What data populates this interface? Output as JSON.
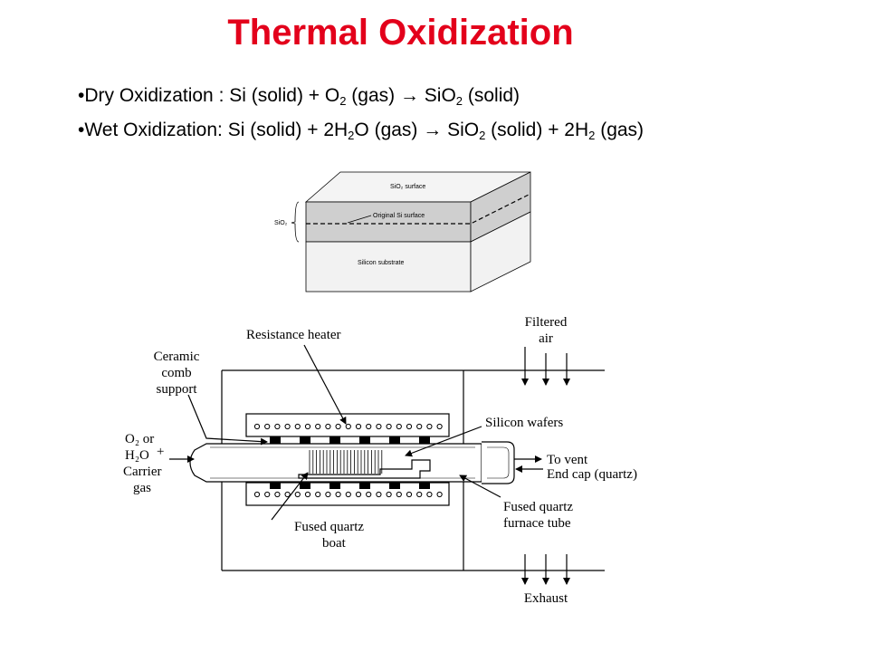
{
  "title": "Thermal Oxidization",
  "equations": {
    "dry": {
      "bullet": "•",
      "label": "Dry Oxidization : ",
      "p1": "Si (solid) + O",
      "s1": "2",
      "p2": " (gas) ",
      "arrow": "→",
      "p3": " SiO",
      "s2": "2",
      "p4": " (solid)"
    },
    "wet": {
      "bullet": "•",
      "label": "Wet Oxidization: ",
      "p1": "Si (solid) + 2H",
      "s1": "2",
      "p2": "O (gas) ",
      "arrow": "→",
      "p3": " SiO",
      "s2": "2",
      "p4": " (solid) + 2H",
      "s3": "2",
      "p5": " (gas)"
    }
  },
  "block_diagram": {
    "sio2_surface": "SiO₂ surface",
    "original_si_surface": "Original Si surface",
    "sio2_side": "SiO₂",
    "silicon_substrate": "Silicon substrate"
  },
  "furnace": {
    "resistance_heater": "Resistance heater",
    "filtered_air_1": "Filtered",
    "filtered_air_2": "air",
    "ceramic_1": "Ceramic",
    "ceramic_2": "comb",
    "ceramic_3": "support",
    "silicon_wafers": "Silicon wafers",
    "carrier_1": "O₂ or",
    "carrier_2": "H₂O",
    "carrier_plus": "+",
    "carrier_3": "Carrier",
    "carrier_4": "gas",
    "to_vent": "To vent",
    "end_cap": "End cap (quartz)",
    "fused_tube_1": "Fused quartz",
    "fused_tube_2": "furnace tube",
    "boat_1": "Fused quartz",
    "boat_2": "boat",
    "exhaust": "Exhaust"
  }
}
